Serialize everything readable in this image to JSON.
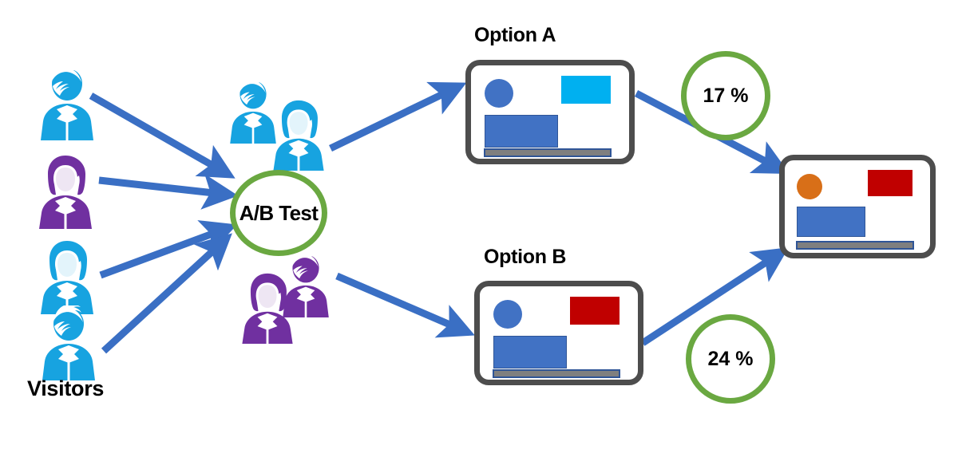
{
  "diagram": {
    "title": "A/B Test conversion flow diagram",
    "colors": {
      "person_blue": "#17a3e0",
      "person_purple": "#7030a0",
      "arrow_blue": "#3a6fc4",
      "circle_green": "#6aa841",
      "card_border_gray": "#4d4d4d",
      "card_body_blue": "#4172c4",
      "accent_cyan": "#00b0f0",
      "accent_red": "#c00000",
      "accent_orange": "#d86f18",
      "footer_gray": "#7f7f7f",
      "background": "#ffffff"
    },
    "labels": {
      "visitors": "Visitors",
      "option_a": "Option A",
      "option_b": "Option B",
      "ab_test": "A/B Test"
    },
    "visitors_group": {
      "label": "Visitors",
      "people": [
        {
          "name": "visitor-1",
          "gender": "male",
          "color": "#17a3e0"
        },
        {
          "name": "visitor-2",
          "gender": "female",
          "color": "#7030a0"
        },
        {
          "name": "visitor-3",
          "gender": "female",
          "color": "#17a3e0"
        },
        {
          "name": "visitor-4",
          "gender": "male",
          "color": "#17a3e0"
        }
      ]
    },
    "split_groups": [
      {
        "name": "group-a",
        "color": "#17a3e0",
        "people": [
          "male",
          "female"
        ],
        "routes_to": "Option A"
      },
      {
        "name": "group-b",
        "color": "#7030a0",
        "people": [
          "female",
          "male"
        ],
        "routes_to": "Option B"
      }
    ],
    "variants": [
      {
        "name": "option-a",
        "label": "Option A",
        "dot_color": "#4172c4",
        "banner_color": "#00b0f0",
        "body_color": "#4172c4",
        "footer_color": "#7f7f7f",
        "conversion_rate": "17 %"
      },
      {
        "name": "option-b",
        "label": "Option B",
        "dot_color": "#4172c4",
        "banner_color": "#c00000",
        "body_color": "#4172c4",
        "footer_color": "#7f7f7f",
        "conversion_rate": "24 %"
      }
    ],
    "result": {
      "name": "winning-page",
      "dot_color": "#d86f18",
      "banner_color": "#c00000",
      "body_color": "#4172c4",
      "footer_color": "#7f7f7f"
    },
    "metrics": [
      {
        "name": "conversion-rate-a",
        "value": "17 %",
        "source": "Option A"
      },
      {
        "name": "conversion-rate-b",
        "value": "24 %",
        "source": "Option B"
      }
    ],
    "flow": {
      "inbound_arrows": 4,
      "split_arrows": 2,
      "outbound_arrows": 2
    }
  }
}
